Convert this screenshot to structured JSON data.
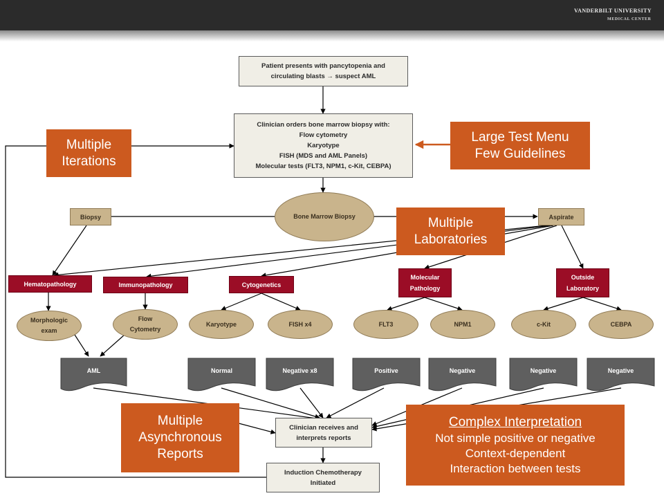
{
  "header": {
    "logo_line1": "VANDERBILT UNIVERSITY",
    "logo_line2": "MEDICAL CENTER"
  },
  "flow": {
    "presentation": "Patient presents with pancytopenia and\ncirculating blasts → suspect AML",
    "orders": "Clinician orders bone marrow biopsy with:\nFlow cytometry\nKaryotype\nFISH (MDS and AML Panels)\nMolecular tests (FLT3, NPM1, c-Kit, CEBPA)",
    "bone_marrow_biopsy": "Bone Marrow Biopsy",
    "biopsy": "Biopsy",
    "aspirate": "Aspirate",
    "clinician_receives": "Clinician receives and\ninterprets reports",
    "induction": "Induction Chemotherapy\nInitiated"
  },
  "labs": {
    "hematopathology": "Hematopathology",
    "immunopathology": "Immunopathology",
    "cytogenetics": "Cytogenetics",
    "molecular": "Molecular\nPathology",
    "outside": "Outside\nLaboratory"
  },
  "tests": {
    "morphologic": "Morphologic\nexam",
    "flow": "Flow\nCytometry",
    "karyotype": "Karyotype",
    "fish": "FISH x4",
    "flt3": "FLT3",
    "npm1": "NPM1",
    "ckit": "c-Kit",
    "cebpa": "CEBPA"
  },
  "results": {
    "aml": "AML",
    "normal": "Normal",
    "negative_x8": "Negative x8",
    "positive": "Positive",
    "negative_npm1": "Negative",
    "negative_ckit": "Negative",
    "negative_cebpa": "Negative"
  },
  "callouts": {
    "multiple_iterations": "Multiple\nIterations",
    "large_test_menu": "Large Test Menu\nFew Guidelines",
    "multiple_laboratories": "Multiple\nLaboratories",
    "multiple_async_reports": "Multiple\nAsynchronous\nReports",
    "complex_title": "Complex Interpretation",
    "complex_line1": "Not simple positive or negative",
    "complex_line2": "Context-dependent",
    "complex_line3": "Interaction between tests"
  },
  "colors": {
    "callout": "#cc5a1f",
    "lab": "#9b0d26",
    "tan": "#c9b48c",
    "report": "#5f5f5f",
    "box": "#f0eee6"
  }
}
